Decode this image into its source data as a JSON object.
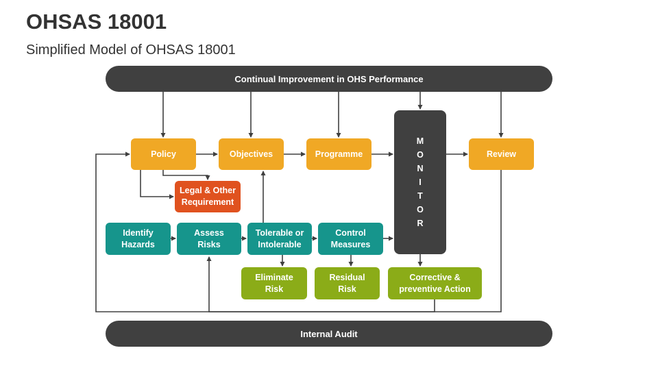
{
  "header": {
    "title": "OHSAS 18001",
    "subtitle": "Simplified Model of OHSAS 18001"
  },
  "bars": {
    "top": "Continual Improvement in OHS Performance",
    "bottom": "Internal Audit"
  },
  "boxes": {
    "policy": "Policy",
    "objectives": "Objectives",
    "programme": "Programme",
    "review": "Review",
    "legal": "Legal & Other\nRequirement",
    "identify": "Identify\nHazards",
    "assess": "Assess\nRisks",
    "tolerable": "Tolerable or\nIntolerable",
    "control": "Control\nMeasures",
    "eliminate": "Eliminate\nRisk",
    "residual": "Residual\nRisk",
    "corrective": "Corrective &\npreventive Action"
  },
  "monitor": [
    "M",
    "O",
    "N",
    "I",
    "T",
    "O",
    "R"
  ],
  "colors": {
    "dark": "#404040",
    "orange": "#F0A825",
    "red": "#E0521F",
    "teal": "#16958C",
    "green": "#8BAC18"
  }
}
